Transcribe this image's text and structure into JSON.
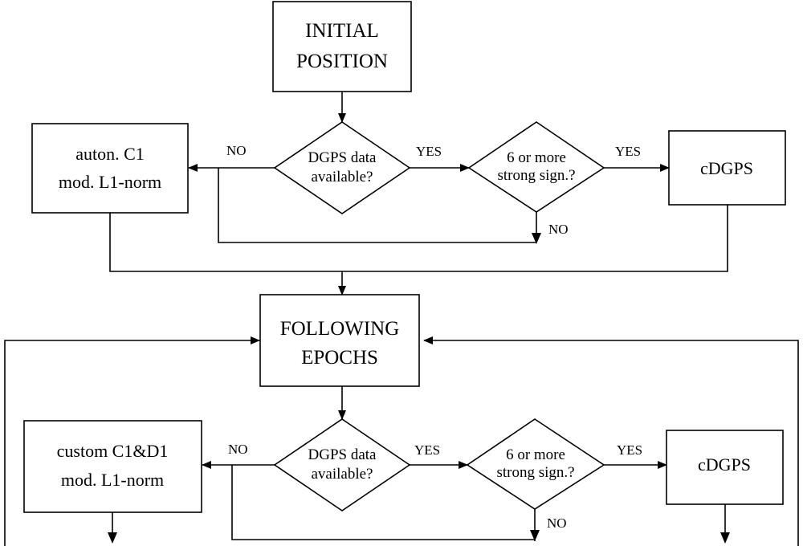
{
  "nodes": {
    "initial_position": {
      "lines": [
        "INITIAL",
        "POSITION"
      ]
    },
    "decision_dgps_1": {
      "lines": [
        "DGPS data",
        "available?"
      ]
    },
    "decision_signals_1": {
      "lines": [
        "6 or more",
        "strong sign.?"
      ]
    },
    "auton_c1": {
      "lines": [
        "auton. C1",
        "mod. L1-norm"
      ]
    },
    "cdgps_1": {
      "lines": [
        "cDGPS"
      ]
    },
    "following_epochs": {
      "lines": [
        "FOLLOWING",
        "EPOCHS"
      ]
    },
    "decision_dgps_2": {
      "lines": [
        "DGPS data",
        "available?"
      ]
    },
    "decision_signals_2": {
      "lines": [
        "6 or more",
        "strong sign.?"
      ]
    },
    "custom_c1d1": {
      "lines": [
        "custom C1&D1",
        "mod. L1-norm"
      ]
    },
    "cdgps_2": {
      "lines": [
        "cDGPS"
      ]
    }
  },
  "edge_labels": {
    "yes_1a": "YES",
    "yes_1b": "YES",
    "no_1a": "NO",
    "no_1b": "NO",
    "yes_2a": "YES",
    "yes_2b": "YES",
    "no_2a": "NO",
    "no_2b": "NO"
  }
}
